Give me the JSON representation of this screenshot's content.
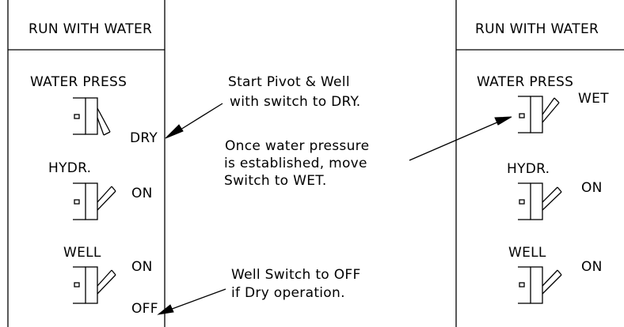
{
  "left_panel": {
    "title": "RUN WITH WATER",
    "water_press_label": "WATER PRESS",
    "water_press_state": "DRY",
    "hydr_label": "HYDR.",
    "hydr_state": "ON",
    "well_label": "WELL",
    "well_on_label": "ON",
    "well_off_label": "OFF"
  },
  "right_panel": {
    "title": "RUN WITH WATER",
    "water_press_label": "WATER PRESS",
    "water_press_state": "WET",
    "hydr_label": "HYDR.",
    "hydr_state": "ON",
    "well_label": "WELL",
    "well_state": "ON"
  },
  "notes": {
    "start_line1": "Start Pivot & Well",
    "start_line2": "with switch to DRY.",
    "pressure_line1": "Once water pressure",
    "pressure_line2": "is established, move",
    "pressure_line3": "Switch to WET.",
    "well_line1": "Well Switch to OFF",
    "well_line2": "if Dry operation."
  }
}
